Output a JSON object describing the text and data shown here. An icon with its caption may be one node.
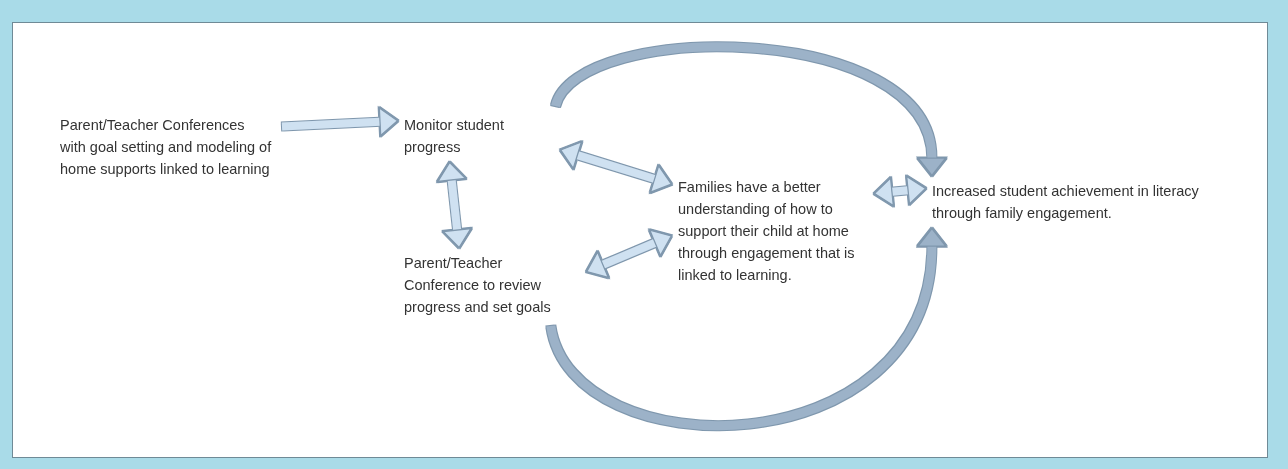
{
  "diagram": {
    "nodes": [
      {
        "text": [
          "Parent/Teacher Conferences with goal setting and modeling of home supports linked to learning"
        ]
      },
      {
        "text": [
          "Monitor student progress"
        ]
      },
      {
        "text": [
          "Parent/Teacher Conference to review progress and set goals"
        ]
      },
      {
        "text": [
          "Families have a better understanding of how to support their child at home through engagement that is linked to learning."
        ]
      },
      {
        "text": [
          "Increased student achievement in literacy through family engagement."
        ]
      }
    ],
    "edges": [
      {
        "from": 0,
        "to": 1,
        "arrow": "to"
      },
      {
        "from": 1,
        "to": 2,
        "arrow": "both"
      },
      {
        "from": 1,
        "to": 3,
        "arrow": "both"
      },
      {
        "from": 2,
        "to": 3,
        "arrow": "both"
      },
      {
        "from": 3,
        "to": 4,
        "arrow": "both"
      },
      {
        "from": 1,
        "to": 4,
        "arrow": "to",
        "color": "#9cb2c8"
      },
      {
        "from": 2,
        "to": 4,
        "arrow": "to",
        "color": "#9cb2c8"
      }
    ]
  }
}
